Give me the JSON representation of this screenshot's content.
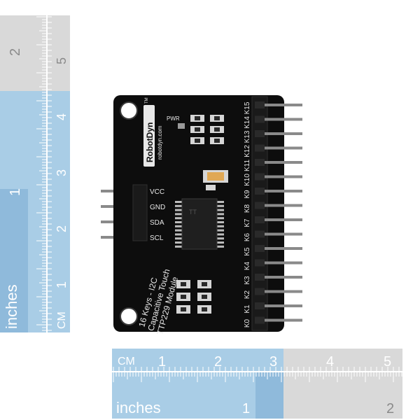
{
  "ruler_left": {
    "inch_label": "inches",
    "cm_label": "CM",
    "inch_numbers": [
      "1",
      "2"
    ],
    "cm_numbers": [
      "1",
      "2",
      "3",
      "4",
      "5"
    ],
    "colors": {
      "highlight": "#a9cde6",
      "highlight_dark": "#8fbadb",
      "gray": "#d8d8d8"
    }
  },
  "ruler_bottom": {
    "inch_label": "inches",
    "cm_label": "CM",
    "inch_numbers": [
      "1",
      "2"
    ],
    "cm_numbers": [
      "1",
      "2",
      "3",
      "4",
      "5"
    ]
  },
  "board": {
    "brand": "RobotDyn",
    "brand_mark": "TM",
    "url": "robotdyn.com",
    "power_label": "PWR",
    "chip_logo": "TT",
    "module_lines": [
      "16 Keys - I2C",
      "Capacitive Touch",
      "TTP229 Module"
    ],
    "left_pins": [
      "VCC",
      "GND",
      "SDA",
      "SCL"
    ],
    "key_labels": [
      "K0",
      "K1",
      "K2",
      "K3",
      "K4",
      "K5",
      "K6",
      "K7",
      "K8",
      "K9",
      "K10",
      "K11",
      "K12",
      "K13",
      "K14",
      "K15"
    ],
    "colors": {
      "pcb": "#0d0d0d",
      "silk": "#e8e8e8",
      "header": "#1a1a1a",
      "pin": "#8a8a8a"
    }
  }
}
